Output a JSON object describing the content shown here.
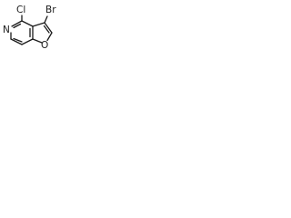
{
  "molecule": {
    "labels": {
      "bromine": "Br",
      "chlorine": "Cl",
      "nitrogen": "N",
      "oxygen": "O"
    }
  }
}
